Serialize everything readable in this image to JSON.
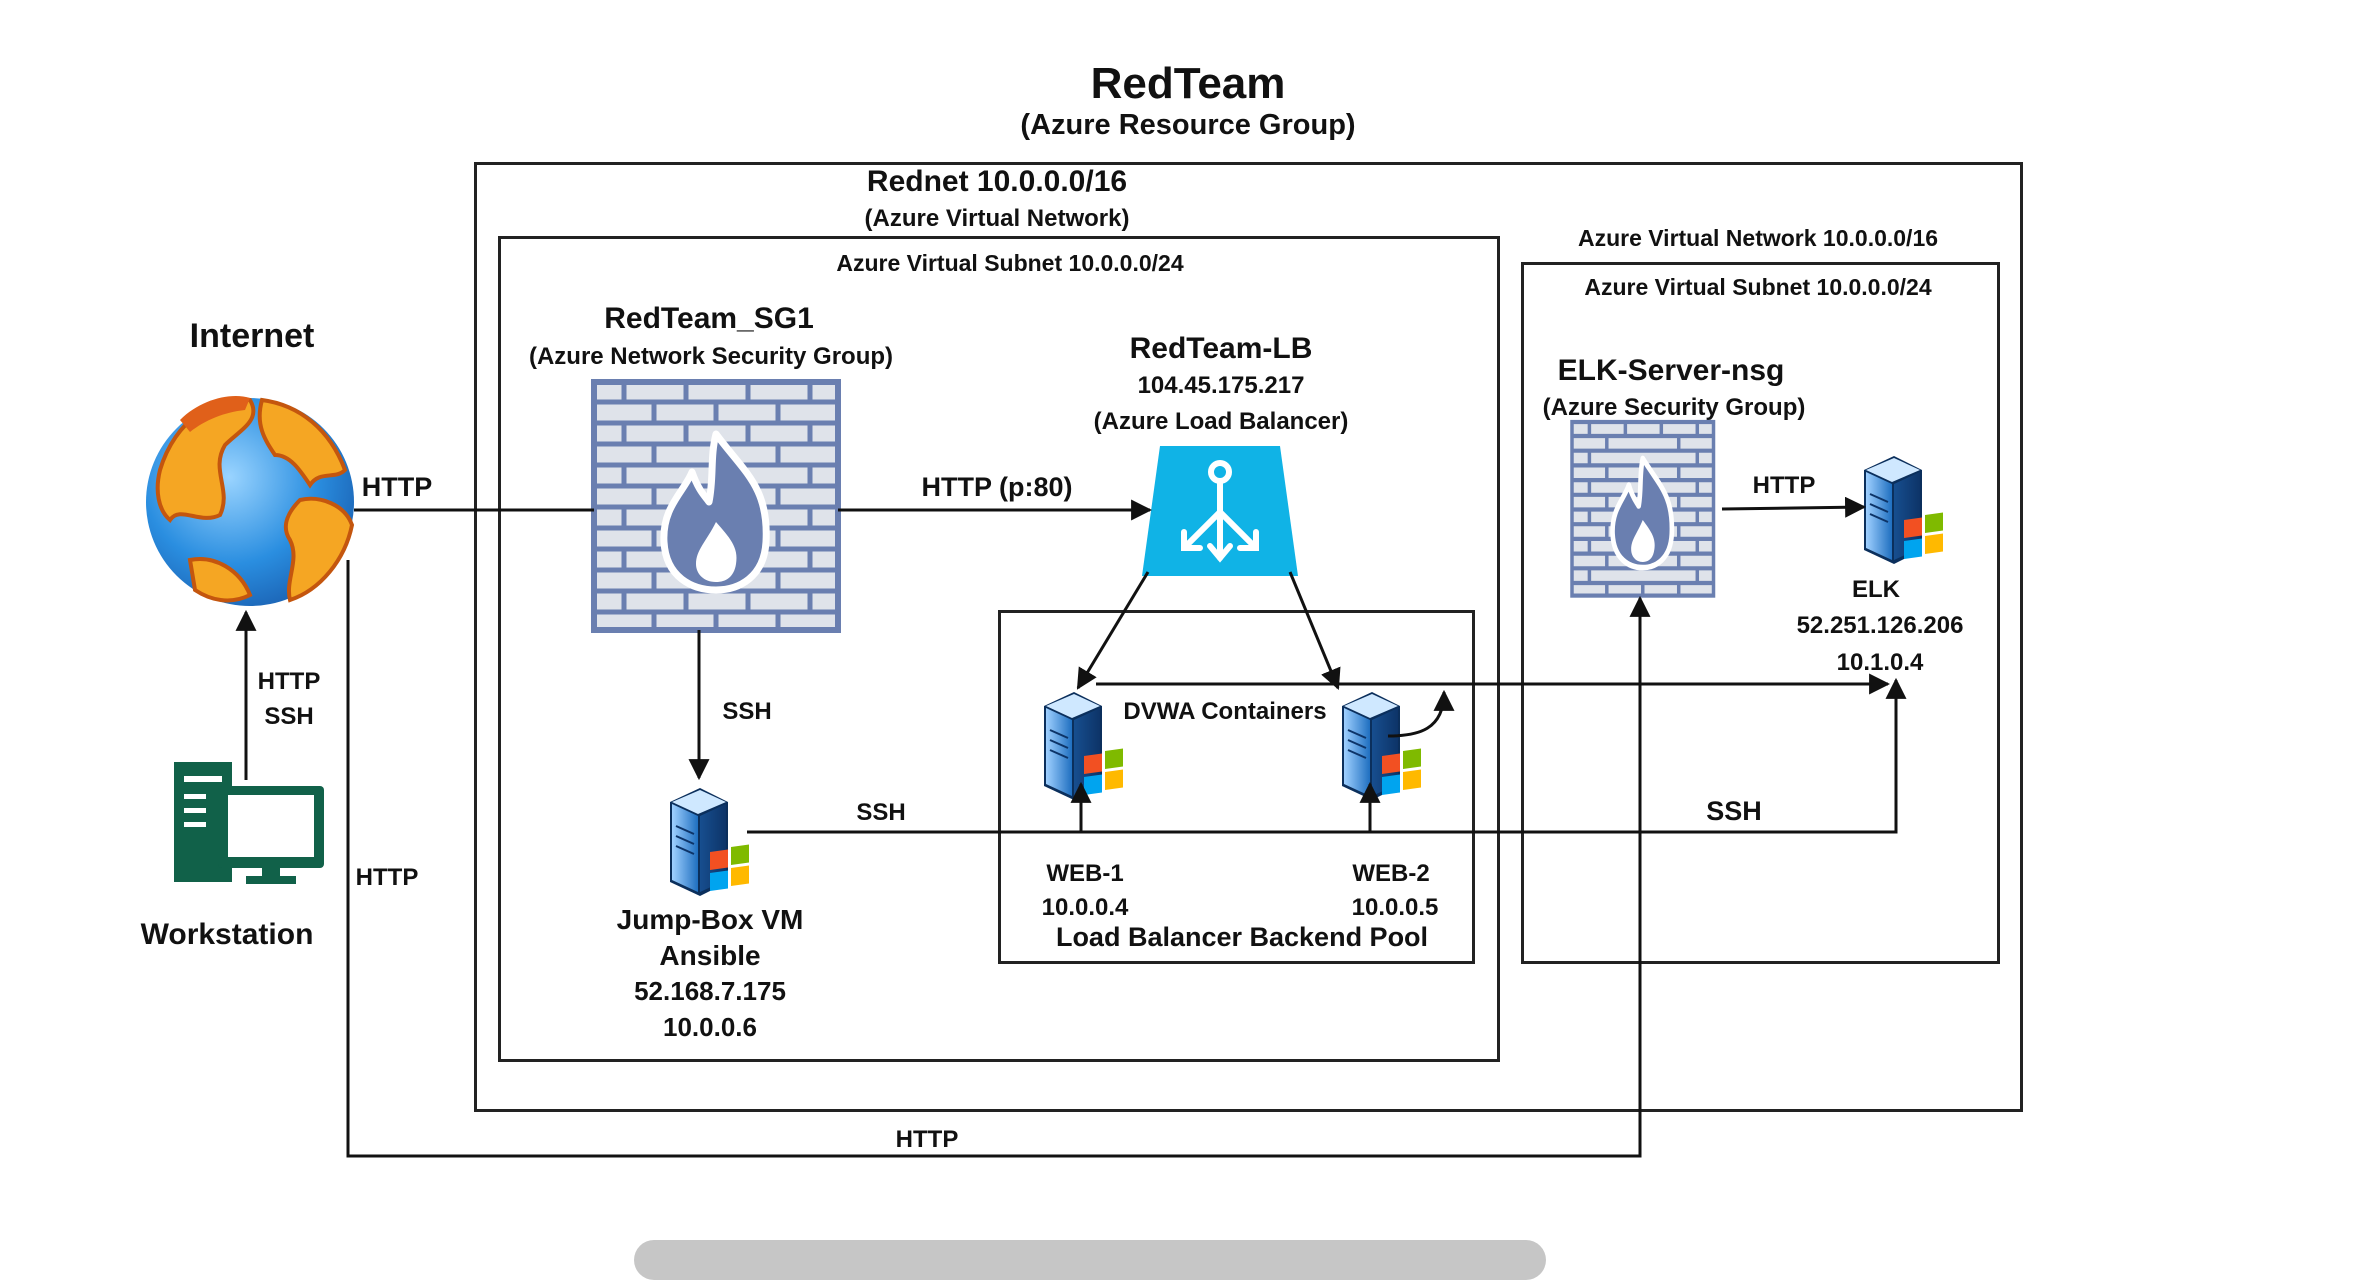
{
  "title": "RedTeam",
  "subtitle": "(Azure Resource Group)",
  "vnet": {
    "name": "Rednet 10.0.0.0/16",
    "type": "(Azure Virtual Network)"
  },
  "subnet": {
    "label": "Azure Virtual Subnet 10.0.0.0/24"
  },
  "vnet2": {
    "label": "Azure Virtual Network 10.0.0.0/16"
  },
  "subnet2": {
    "label": "Azure Virtual Subnet 10.0.0.0/24"
  },
  "internet": {
    "label": "Internet"
  },
  "workstation": {
    "label": "Workstation"
  },
  "nsg1": {
    "name": "RedTeam_SG1",
    "type": "(Azure Network Security Group)"
  },
  "lb": {
    "name": "RedTeam-LB",
    "ip": "104.45.175.217",
    "type": "(Azure Load Balancer)"
  },
  "elk_nsg": {
    "name": "ELK-Server-nsg",
    "type": "(Azure Security Group)"
  },
  "elk": {
    "name": "ELK",
    "ip_public": "52.251.126.206",
    "ip_private": "10.1.0.4"
  },
  "jumpbox": {
    "name": "Jump-Box VM",
    "role": "Ansible",
    "ip_public": "52.168.7.175",
    "ip_private": "10.0.0.6"
  },
  "backend_pool": {
    "label": "Load Balancer Backend Pool",
    "containers": "DVWA Containers"
  },
  "web1": {
    "name": "WEB-1",
    "ip": "10.0.0.4"
  },
  "web2": {
    "name": "WEB-2",
    "ip": "10.0.0.5"
  },
  "links": {
    "internet_to_nsg": "HTTP",
    "nsg_to_lb": "HTTP (p:80)",
    "ws_http": "HTTP",
    "ws_ssh": "SSH",
    "nsg_to_jumpbox": "SSH",
    "jumpbox_to_web": "SSH",
    "jumpbox_to_elk": "SSH",
    "elk_nsg_to_elk": "HTTP",
    "internet_down": "HTTP",
    "bottom_loop": "HTTP"
  },
  "colors": {
    "firewall": "#6a7fb0",
    "lb": "#10b3e6",
    "server": "#1f6fc0",
    "workstation": "#116149",
    "globe_ocean": "#2a8ee0",
    "globe_land": "#f5a623"
  }
}
